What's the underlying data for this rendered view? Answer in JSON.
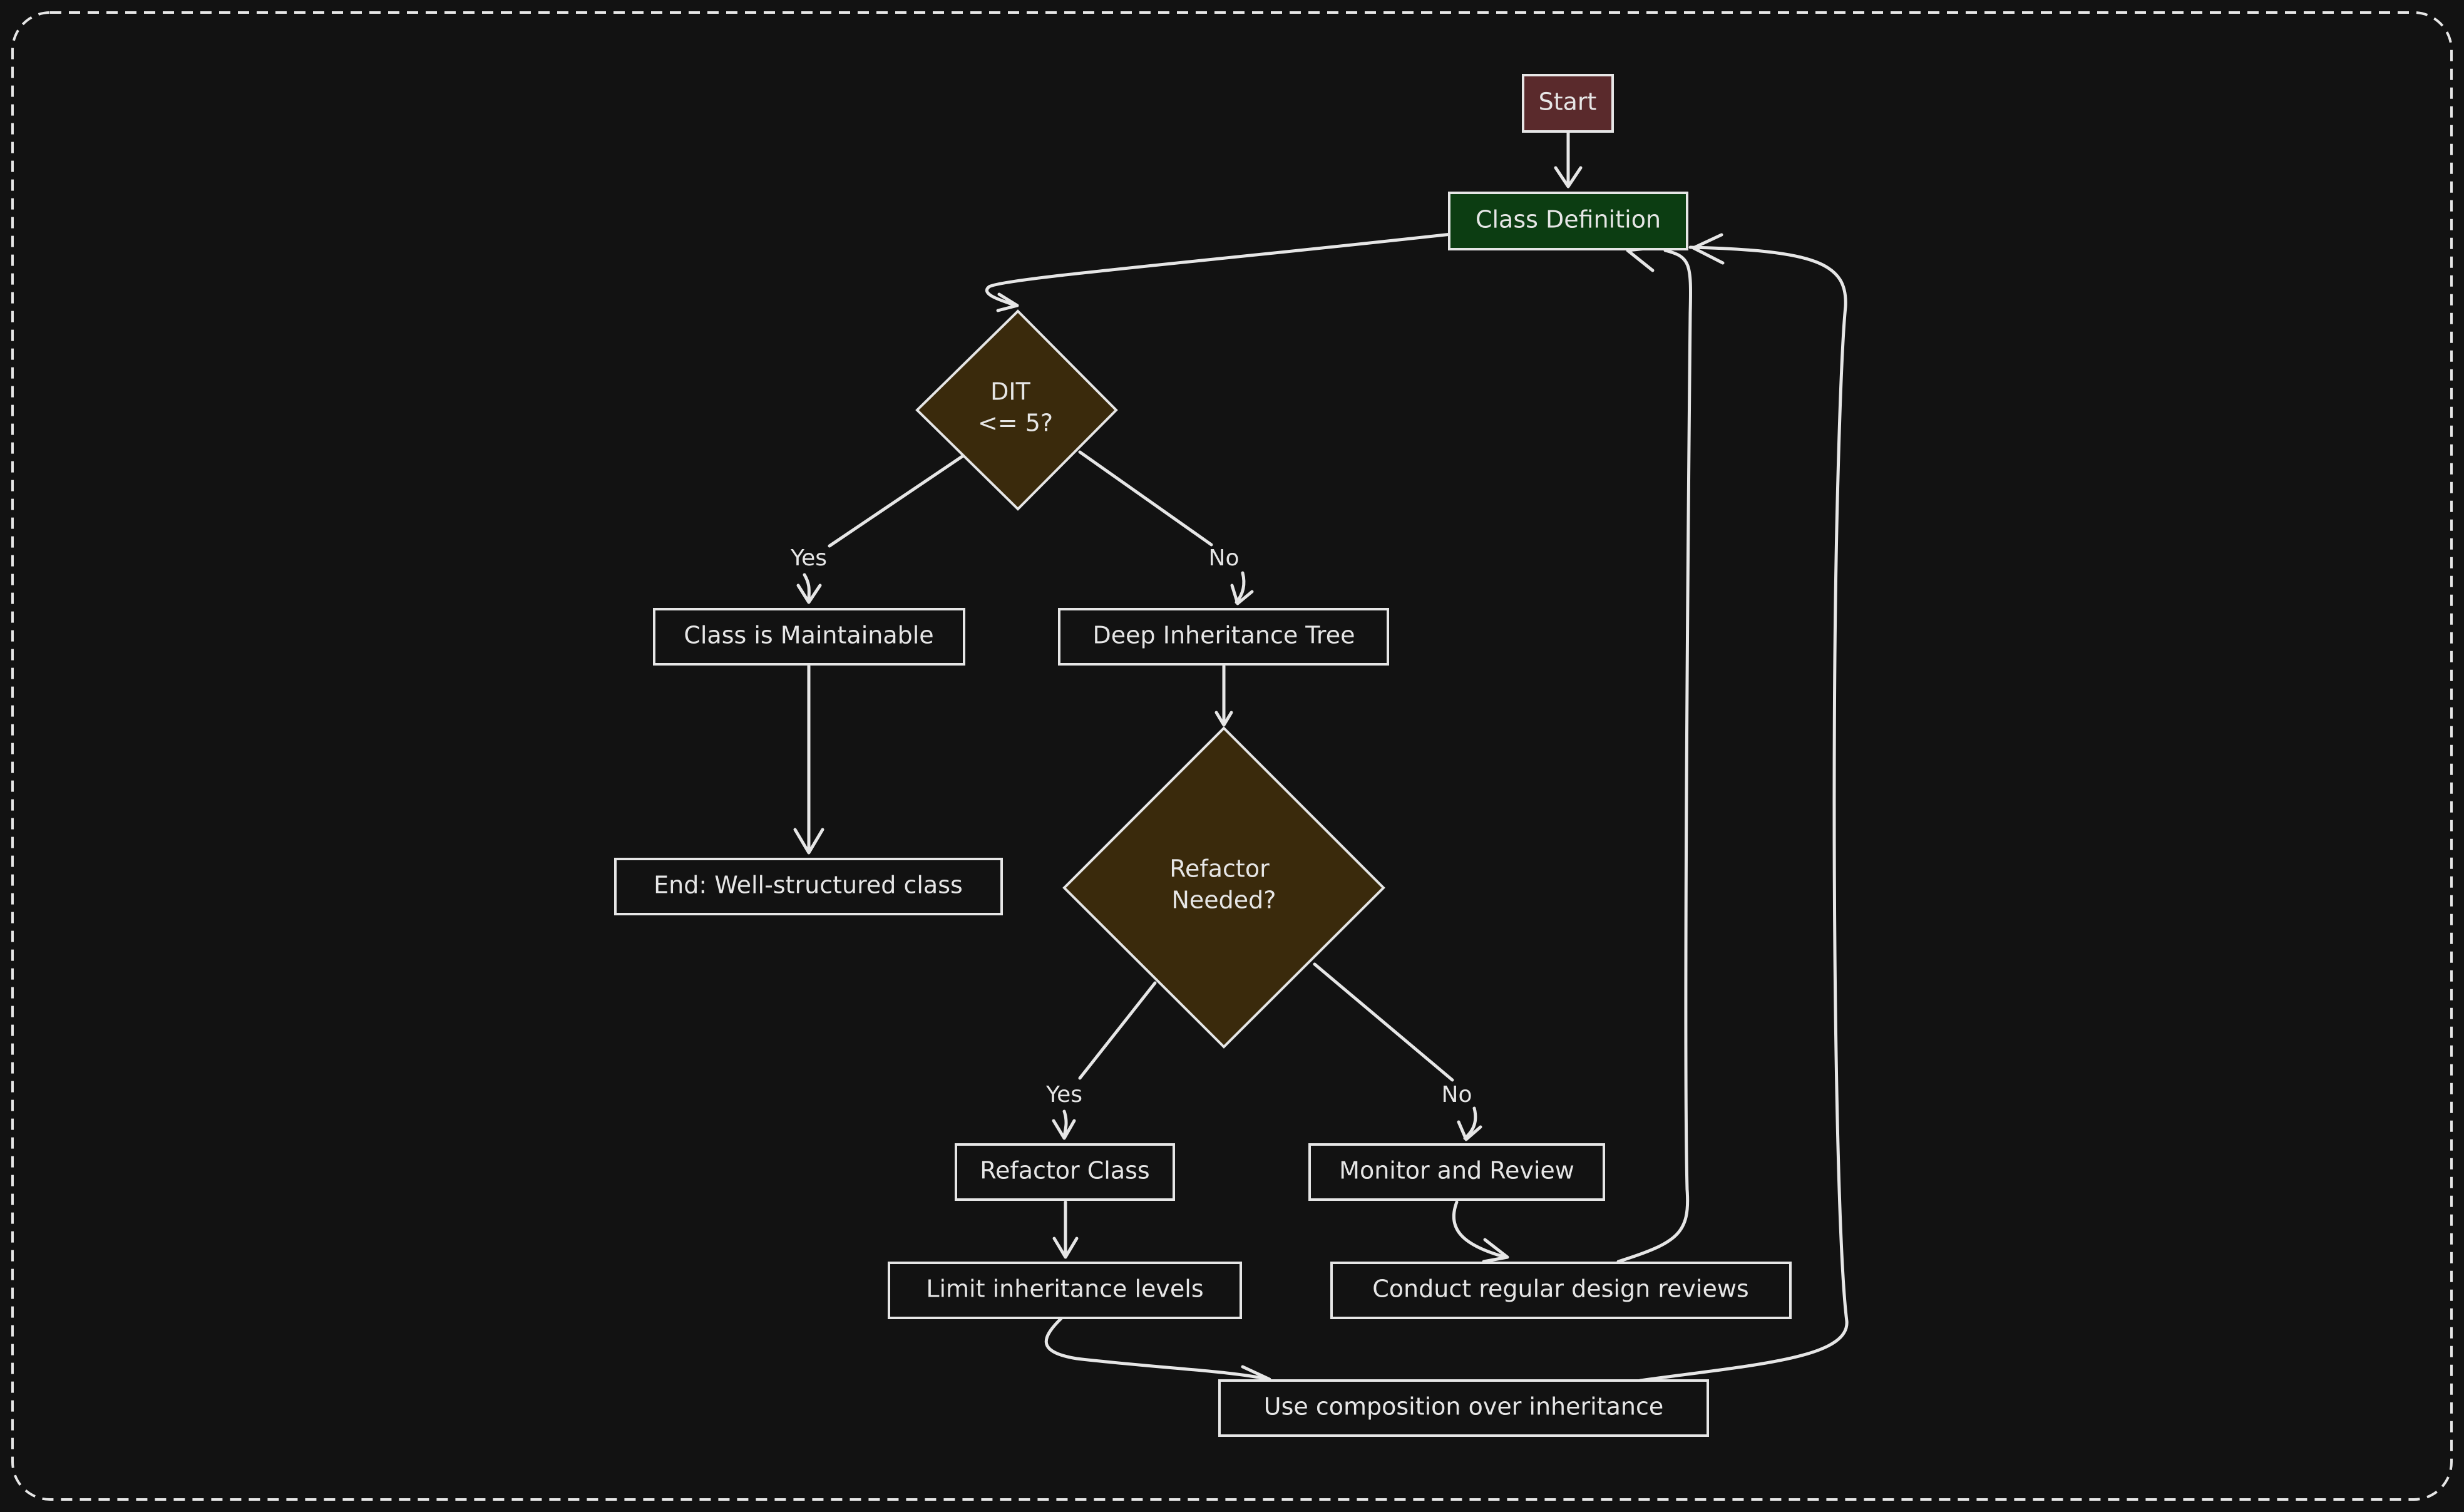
{
  "colors": {
    "background": "#121212",
    "stroke": "#e6e6e6",
    "start_fill": "#5a2a2c",
    "class_def_fill": "#0c3d12",
    "decision_fill": "#3a2a0c"
  },
  "nodes": {
    "start": "Start",
    "class_definition": "Class Definition",
    "dit_decision": [
      "DIT",
      "<= 5?"
    ],
    "class_maintainable": "Class is Maintainable",
    "deep_inheritance": "Deep Inheritance Tree",
    "end_well_structured": "End: Well-structured class",
    "refactor_decision": [
      "Refactor",
      "Needed?"
    ],
    "refactor_class": "Refactor Class",
    "monitor_review": "Monitor and Review",
    "limit_inheritance": "Limit inheritance levels",
    "design_reviews": "Conduct regular design reviews",
    "composition": "Use composition over inheritance"
  },
  "edge_labels": {
    "dit_yes": "Yes",
    "dit_no": "No",
    "refactor_yes": "Yes",
    "refactor_no": "No"
  }
}
